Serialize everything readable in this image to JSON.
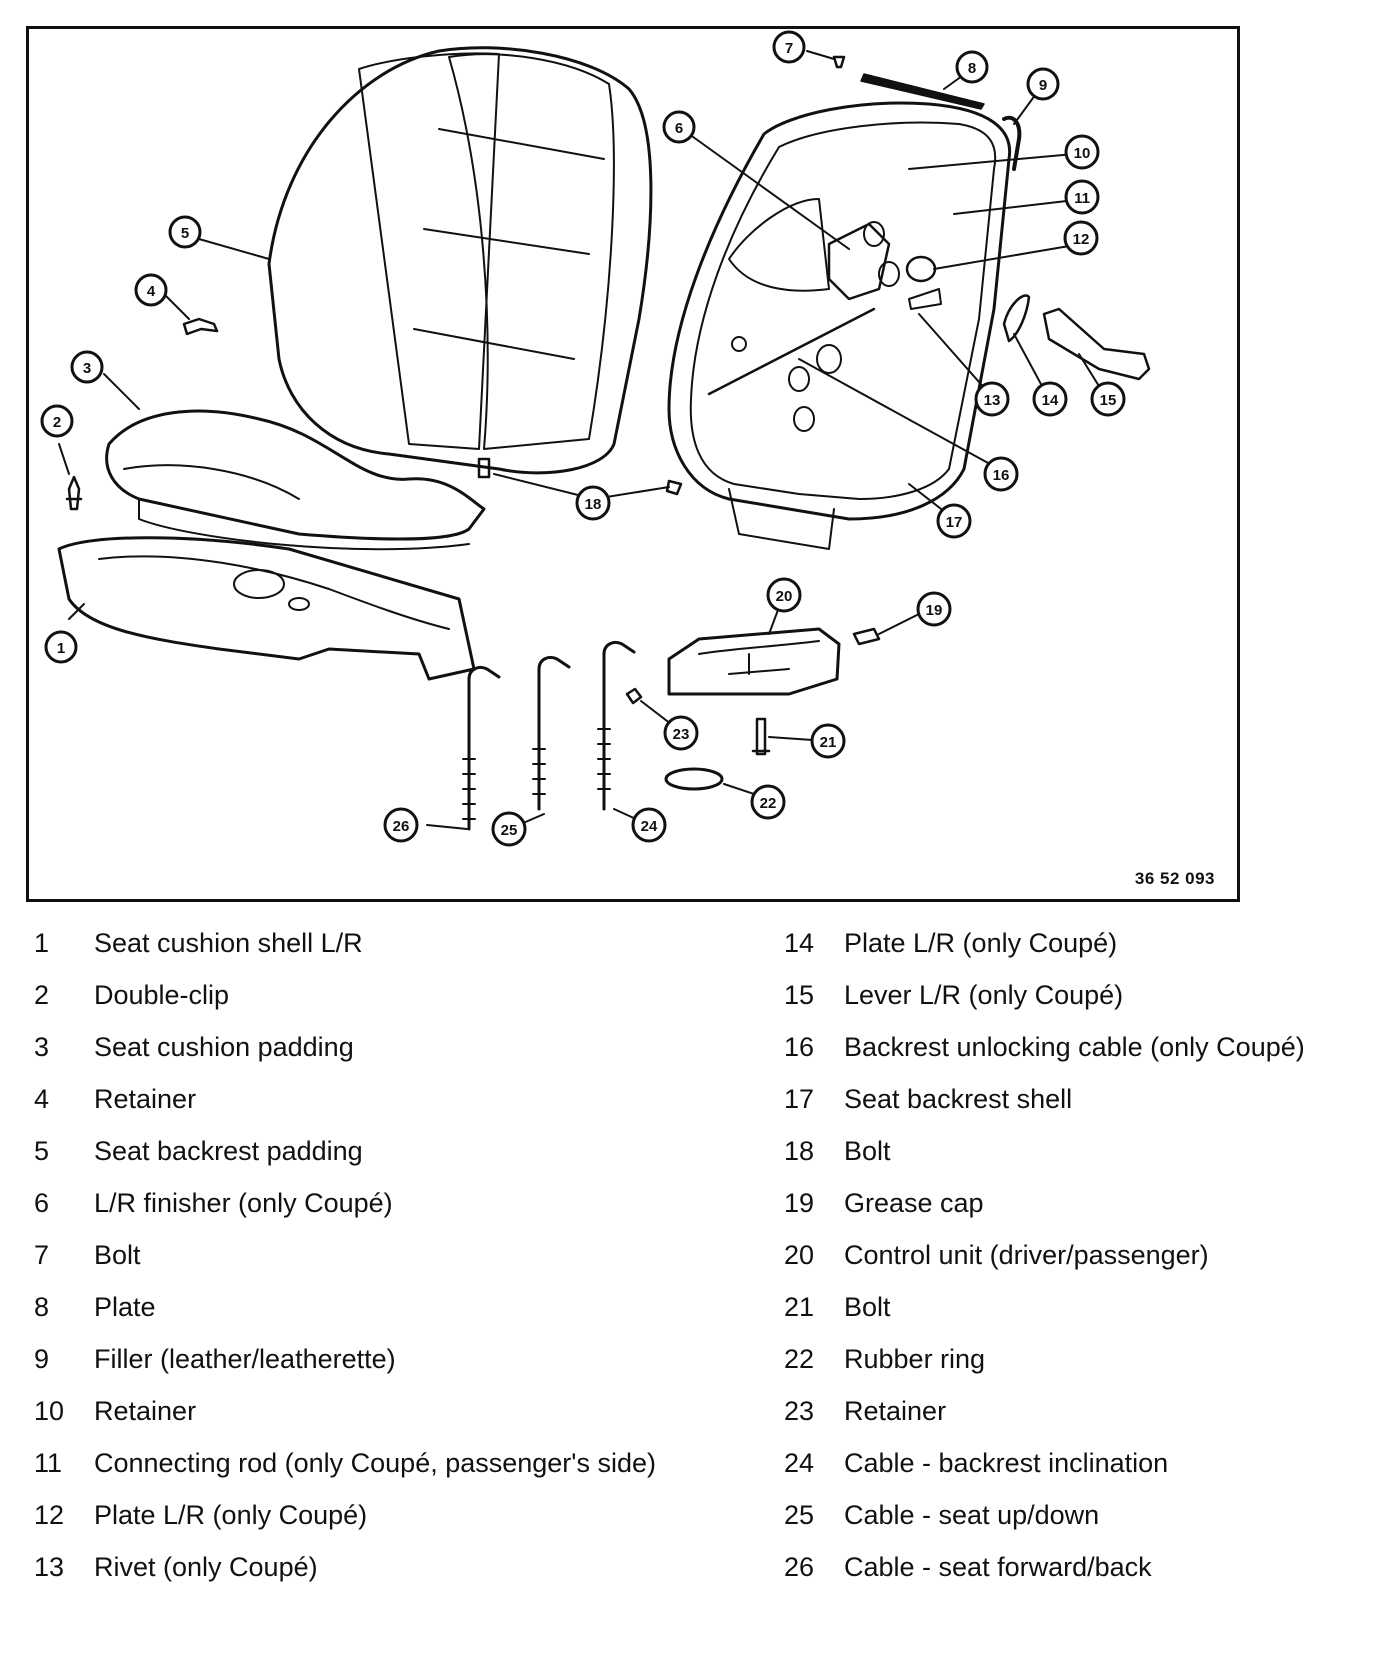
{
  "figure_code": "36 52 093",
  "callouts": [
    "1",
    "2",
    "3",
    "4",
    "5",
    "6",
    "7",
    "8",
    "9",
    "10",
    "11",
    "12",
    "13",
    "14",
    "15",
    "16",
    "17",
    "18",
    "19",
    "20",
    "21",
    "22",
    "23",
    "24",
    "25",
    "26"
  ],
  "legend": {
    "left": [
      {
        "num": "1",
        "label": "Seat cushion shell L/R"
      },
      {
        "num": "2",
        "label": "Double-clip"
      },
      {
        "num": "3",
        "label": "Seat cushion padding"
      },
      {
        "num": "4",
        "label": "Retainer"
      },
      {
        "num": "5",
        "label": "Seat backrest padding"
      },
      {
        "num": "6",
        "label": "L/R finisher (only Coupé)"
      },
      {
        "num": "7",
        "label": "Bolt"
      },
      {
        "num": "8",
        "label": "Plate"
      },
      {
        "num": "9",
        "label": "Filler (leather/leatherette)"
      },
      {
        "num": "10",
        "label": "Retainer"
      },
      {
        "num": "11",
        "label": "Connecting rod (only Coupé, passenger's side)"
      },
      {
        "num": "12",
        "label": "Plate L/R (only Coupé)"
      },
      {
        "num": "13",
        "label": "Rivet (only Coupé)"
      }
    ],
    "right": [
      {
        "num": "14",
        "label": "Plate L/R (only Coupé)"
      },
      {
        "num": "15",
        "label": "Lever L/R (only Coupé)"
      },
      {
        "num": "16",
        "label": "Backrest unlocking cable (only Coupé)"
      },
      {
        "num": "17",
        "label": "Seat backrest shell"
      },
      {
        "num": "18",
        "label": "Bolt"
      },
      {
        "num": "19",
        "label": "Grease cap"
      },
      {
        "num": "20",
        "label": "Control unit (driver/passenger)"
      },
      {
        "num": "21",
        "label": "Bolt"
      },
      {
        "num": "22",
        "label": "Rubber ring"
      },
      {
        "num": "23",
        "label": "Retainer"
      },
      {
        "num": "24",
        "label": "Cable - backrest inclination"
      },
      {
        "num": "25",
        "label": "Cable - seat up/down"
      },
      {
        "num": "26",
        "label": "Cable - seat forward/back"
      }
    ]
  }
}
